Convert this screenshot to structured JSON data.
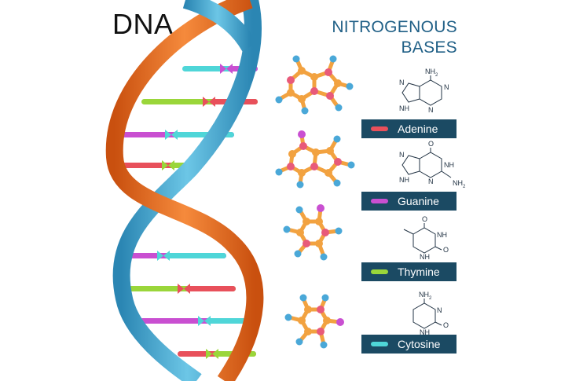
{
  "header": {
    "dna_title": "DNA",
    "bases_title_line1": "NITROGENOUS",
    "bases_title_line2": "BASES"
  },
  "colors": {
    "strand_orange": "#e8641e",
    "strand_blue": "#3aa0c8",
    "label_bar": "#1b4a63",
    "title_blue": "#1f5f86"
  },
  "bases": [
    {
      "name": "Adenine",
      "color": "#e8505b"
    },
    {
      "name": "Guanine",
      "color": "#c94fd1"
    },
    {
      "name": "Thymine",
      "color": "#9ad63a"
    },
    {
      "name": "Cytosine",
      "color": "#4fd6d8"
    }
  ],
  "structures": {
    "adenine": {
      "amino": "NH",
      "sub": "2",
      "n_top": "N",
      "n_left": "N",
      "nh_bottom": "NH",
      "n_right": "N"
    },
    "guanine": {
      "oxygen": "O",
      "nh_right": "NH",
      "n_left": "N",
      "nh_bottom": "NH",
      "n_low": "N",
      "amino": "NH",
      "sub": "2"
    },
    "thymine": {
      "oxygen_top": "O",
      "nh_right": "NH",
      "nh_bottom": "NH",
      "oxygen_right": "O"
    },
    "cytosine": {
      "amino": "NH",
      "sub": "2",
      "n_right": "N",
      "nh_bottom": "NH",
      "oxygen_right": "O"
    }
  }
}
